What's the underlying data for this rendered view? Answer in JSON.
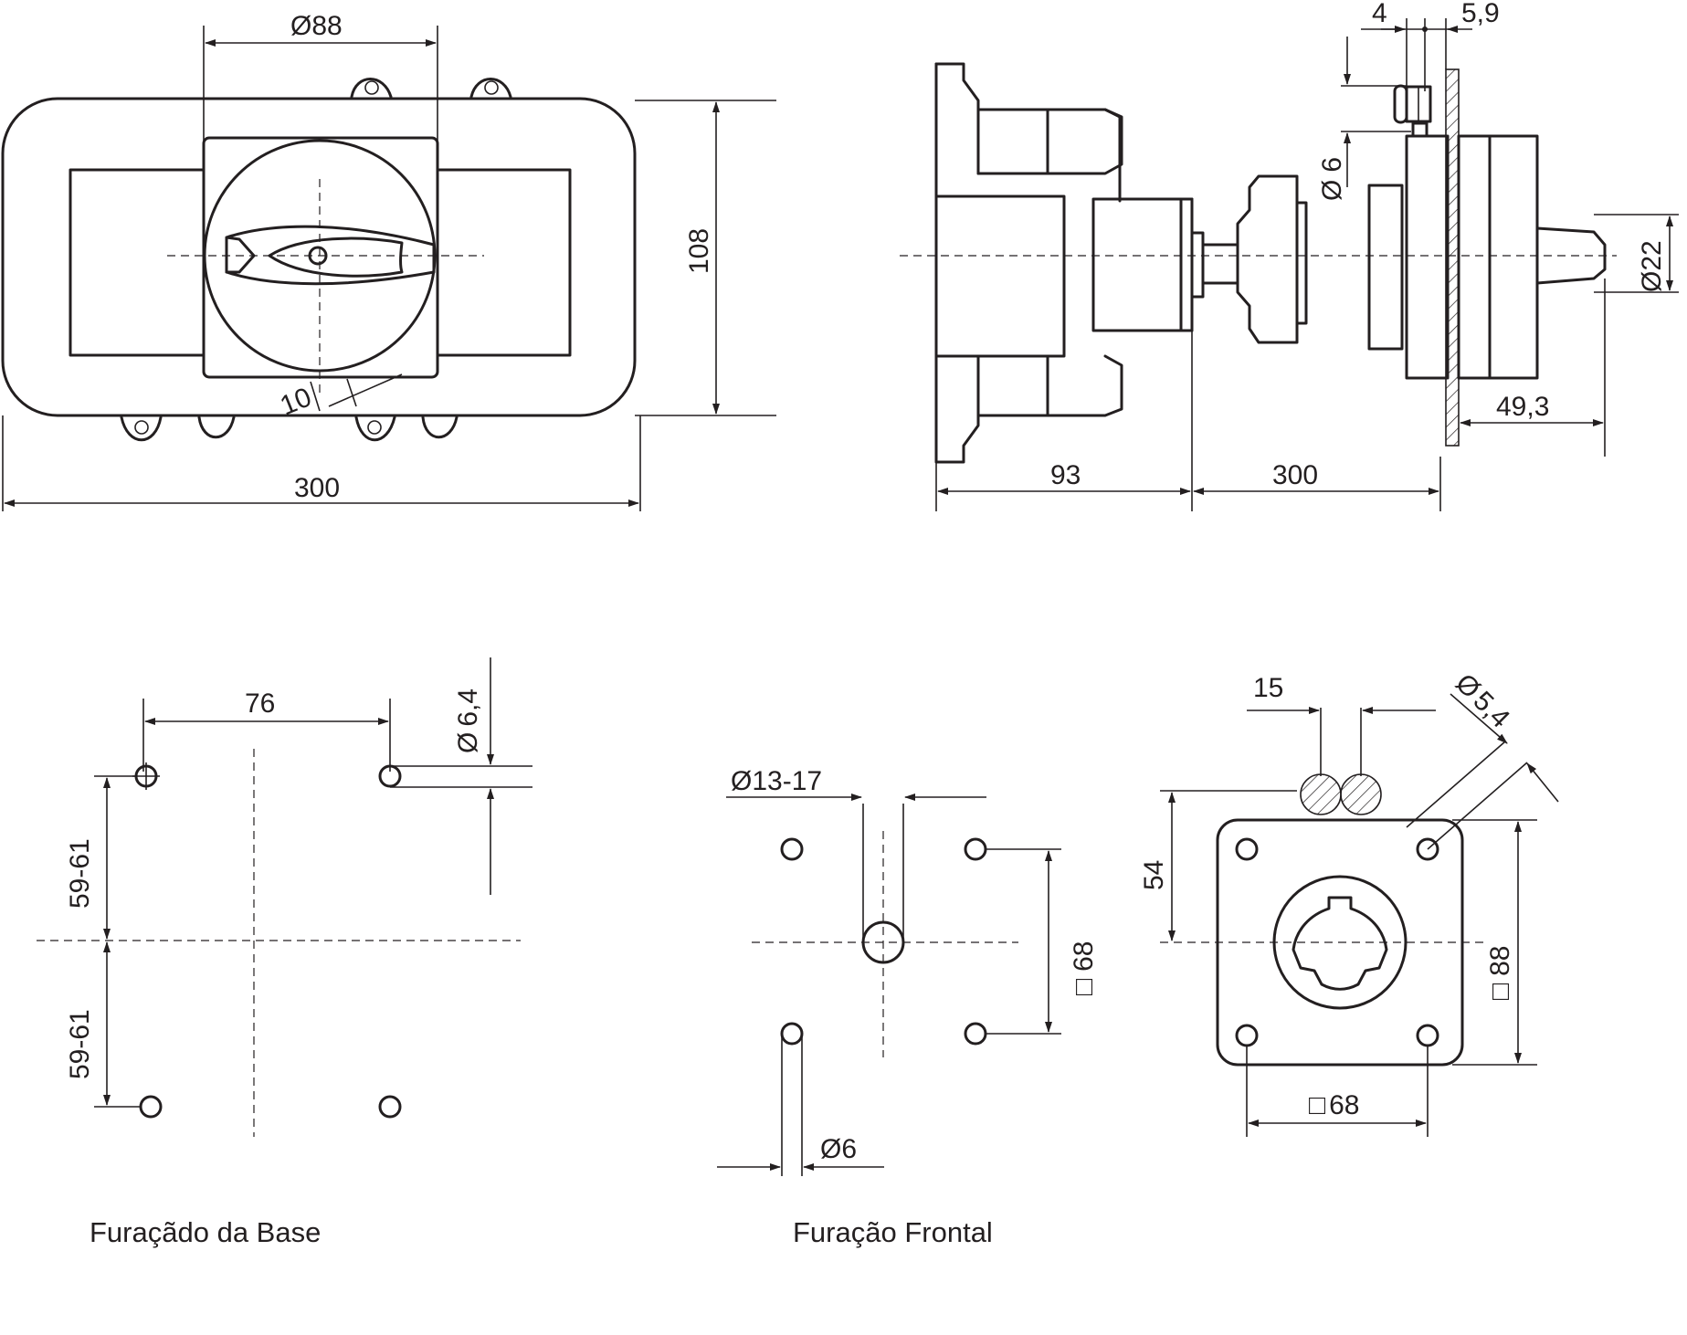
{
  "front_view": {
    "dim_handle": "88",
    "dim_height": "108",
    "dim_width": "300",
    "dim_offset": "10"
  },
  "side_view": {
    "dim_4": "4",
    "dim_5_9": "5,9",
    "dim_6": "6",
    "dim_22": "22",
    "dim_49_3": "49,3",
    "dim_93": "93",
    "dim_300": "300"
  },
  "base_drilling": {
    "dim_76": "76",
    "dim_6_4": "6,4",
    "dim_59_61_top": "59-61",
    "dim_59_61_bottom": "59-61",
    "caption": "Furaçãdo da Base"
  },
  "front_drilling": {
    "dim_13_17": "13-17",
    "dim_68": "68",
    "dim_6": "6",
    "caption": "Furação Frontal"
  },
  "flange_view": {
    "dim_15": "15",
    "dim_5_4": "5,4",
    "dim_54": "54",
    "dim_88": "88",
    "dim_68": "68"
  },
  "symbols": {
    "diameter": "Ø",
    "square": "□"
  }
}
